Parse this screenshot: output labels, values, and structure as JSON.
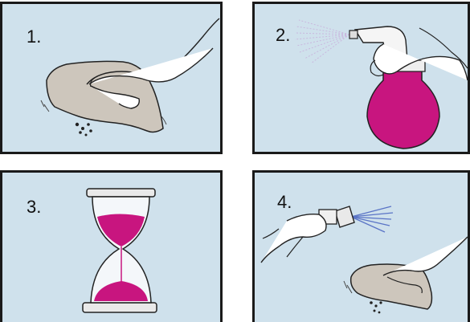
{
  "steps": [
    {
      "number": "1.",
      "icon": "wipe-cloth-icon"
    },
    {
      "number": "2.",
      "icon": "spray-bottle-icon"
    },
    {
      "number": "3.",
      "icon": "hourglass-icon"
    },
    {
      "number": "4.",
      "icon": "rinse-and-wipe-icon"
    }
  ],
  "colors": {
    "panel_background": "#cfe1ec",
    "border": "#1a1a1a",
    "accent_magenta": "#c8157f",
    "cloth": "#cdc6bc",
    "spray_mist": "#c9b8de",
    "water_spray": "#5a74c6"
  }
}
